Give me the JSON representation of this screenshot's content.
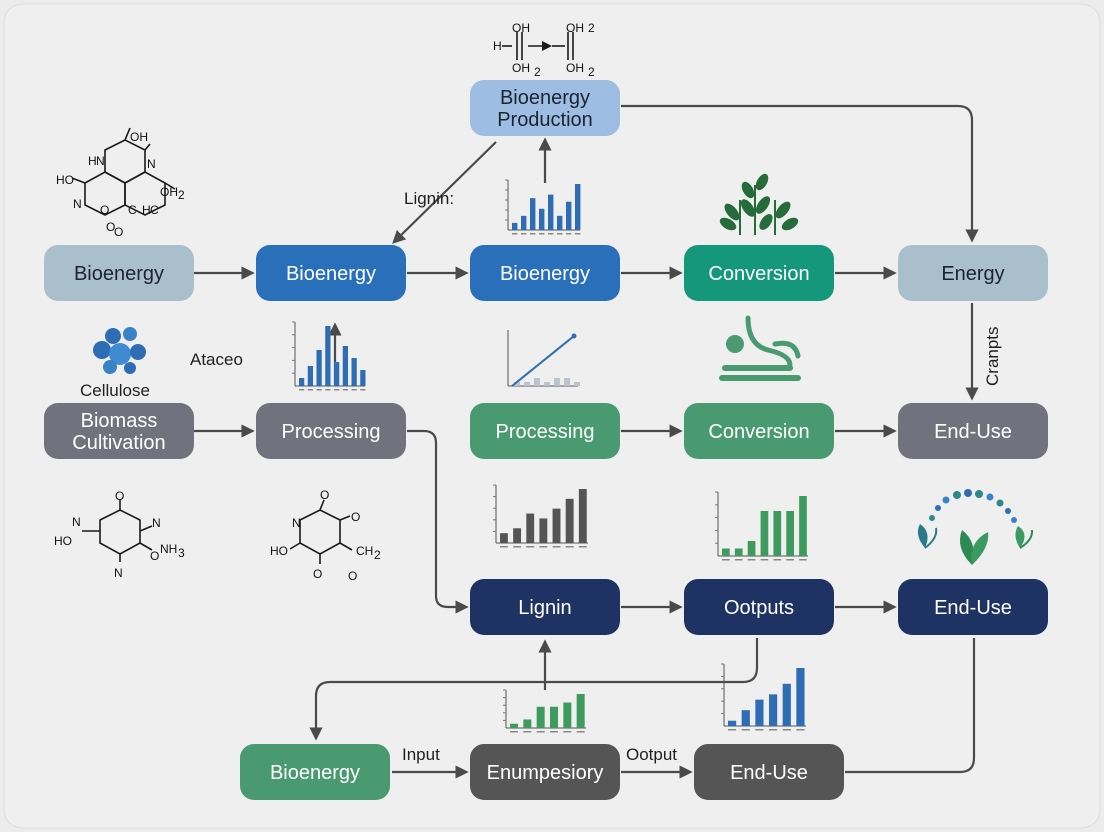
{
  "colors": {
    "background": "#ececec",
    "light_blue": "#a9bfcc",
    "mid_blue": "#2a6fba",
    "pale_blue": "#9dbde2",
    "teal": "#14977a",
    "gray": "#72727e",
    "green": "#4a9a71",
    "navy": "#1e3264",
    "dark_gray": "#555555",
    "chart_blue": "#2e6db4",
    "chart_green": "#3f9a5e",
    "edge": "#4a4a4a"
  },
  "nodes": [
    {
      "id": "bioenergy-production",
      "label_lines": [
        "Bioenergy",
        "Production"
      ],
      "color": "pale_blue",
      "dark": true
    },
    {
      "id": "bioenergy-1",
      "label_lines": [
        "Bioenergy"
      ],
      "color": "light_blue",
      "dark": true
    },
    {
      "id": "bioenergy-2",
      "label_lines": [
        "Bioenergy"
      ],
      "color": "mid_blue",
      "dark": false
    },
    {
      "id": "bioenergy-3",
      "label_lines": [
        "Bioenergy"
      ],
      "color": "mid_blue",
      "dark": false
    },
    {
      "id": "conversion-1",
      "label_lines": [
        "Conversion"
      ],
      "color": "teal",
      "dark": false
    },
    {
      "id": "energy",
      "label_lines": [
        "Energy"
      ],
      "color": "light_blue",
      "dark": true
    },
    {
      "id": "biomass-cultivation",
      "label_lines": [
        "Biomass",
        "Cultivation"
      ],
      "color": "gray",
      "dark": false
    },
    {
      "id": "processing-1",
      "label_lines": [
        "Processing"
      ],
      "color": "gray",
      "dark": false
    },
    {
      "id": "processing-2",
      "label_lines": [
        "Processing"
      ],
      "color": "green",
      "dark": false
    },
    {
      "id": "conversion-2",
      "label_lines": [
        "Conversion"
      ],
      "color": "green",
      "dark": false
    },
    {
      "id": "end-use-1",
      "label_lines": [
        "End-Use"
      ],
      "color": "gray",
      "dark": false
    },
    {
      "id": "lignin",
      "label_lines": [
        "Lignin"
      ],
      "color": "navy",
      "dark": false
    },
    {
      "id": "ootputs",
      "label_lines": [
        "Ootputs"
      ],
      "color": "navy",
      "dark": false
    },
    {
      "id": "end-use-2",
      "label_lines": [
        "End-Use"
      ],
      "color": "navy",
      "dark": false
    },
    {
      "id": "bioenergy-4",
      "label_lines": [
        "Bioenergy"
      ],
      "color": "green",
      "dark": false
    },
    {
      "id": "enumpesiory",
      "label_lines": [
        "Enumpesiory"
      ],
      "color": "dark_gray",
      "dark": false
    },
    {
      "id": "end-use-3",
      "label_lines": [
        "End-Use"
      ],
      "color": "dark_gray",
      "dark": false
    }
  ],
  "free_labels": [
    {
      "id": "lignin-label",
      "text": "Lignin:"
    },
    {
      "id": "ataceo-label",
      "text": "Ataceo"
    },
    {
      "id": "cellulose-label",
      "text": "Cellulose"
    },
    {
      "id": "crampts-label",
      "text": "Cranpts"
    },
    {
      "id": "input-label",
      "text": "Input"
    },
    {
      "id": "ootput-label",
      "text": "Ootput"
    }
  ],
  "chemistry": {
    "top_formula": {
      "left_top": "OH",
      "left_bottom": "OH",
      "left_prefix": "H",
      "right_top": "OH",
      "right_bottom": "OH",
      "sub": "2"
    },
    "molecule_1": {
      "labels": [
        "OH",
        "H",
        "N",
        "N",
        "HO",
        "N",
        "O",
        "O",
        "OH",
        "C",
        "2",
        "H",
        "C",
        "O"
      ]
    },
    "molecule_2": {
      "labels": [
        "O",
        "N",
        "HO",
        "N",
        "O",
        "NH",
        "3"
      ]
    },
    "molecule_3": {
      "labels": [
        "O",
        "N",
        "O",
        "HO",
        "O",
        "CH",
        "2"
      ]
    }
  },
  "chart_data": [
    {
      "type": "bar",
      "id": "chart-top",
      "values": [
        2,
        4,
        9,
        6,
        10,
        4,
        8,
        13
      ],
      "color": "chart_blue"
    },
    {
      "type": "bar",
      "id": "chart-left",
      "values": [
        2,
        5,
        9,
        15,
        6,
        10,
        7,
        4
      ],
      "color": "chart_blue"
    },
    {
      "type": "line",
      "id": "chart-line",
      "x": [
        0,
        1,
        2,
        3,
        4,
        5,
        6
      ],
      "y": [
        0,
        1,
        2,
        3,
        4,
        5,
        6
      ],
      "bars": [
        1,
        1,
        2,
        1,
        2,
        2,
        1
      ],
      "color": "chart_blue"
    },
    {
      "type": "bar",
      "id": "chart-mid",
      "values": [
        2,
        3,
        6,
        5,
        7,
        9,
        11
      ],
      "color": "dark_gray"
    },
    {
      "type": "bar",
      "id": "chart-right-mid",
      "values": [
        1,
        1,
        2,
        6,
        6,
        6,
        8
      ],
      "color": "chart_green"
    },
    {
      "type": "bar",
      "id": "chart-bottom-left",
      "values": [
        1,
        2,
        5,
        5,
        6,
        8
      ],
      "color": "chart_green"
    },
    {
      "type": "bar",
      "id": "chart-bottom-right",
      "values": [
        1,
        3,
        5,
        6,
        8,
        11
      ],
      "color": "chart_blue"
    }
  ]
}
